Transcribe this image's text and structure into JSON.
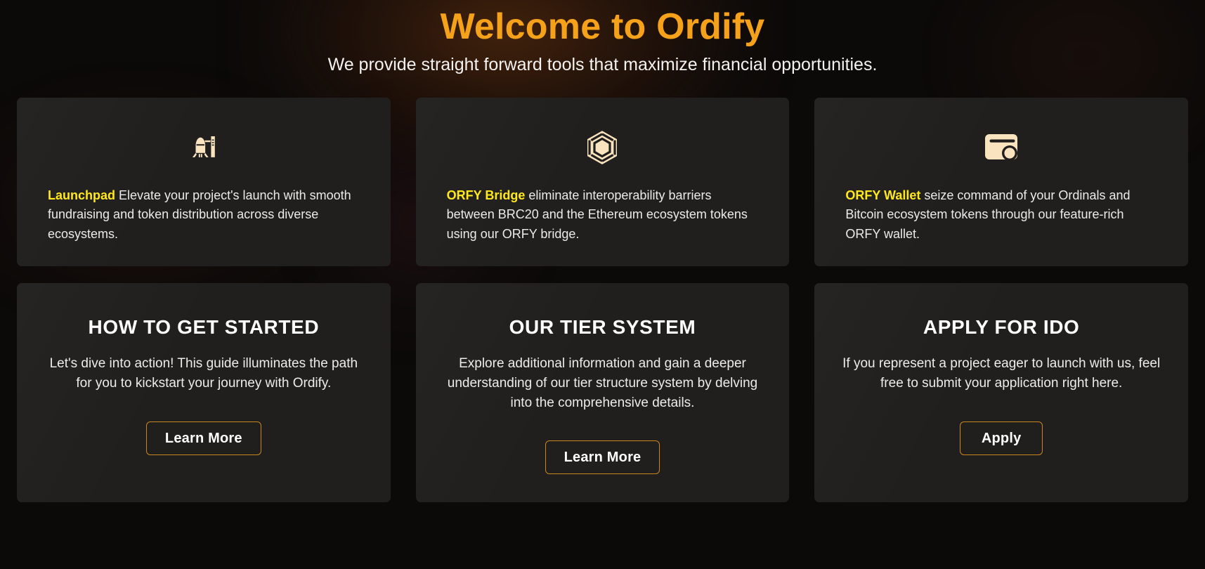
{
  "hero": {
    "title": "Welcome to Ordify",
    "subtitle": "We provide straight forward tools that maximize financial opportunities."
  },
  "colors": {
    "page_background": "#0c0a09",
    "card_background": "#211f1d",
    "title_accent": "#f5a11a",
    "lead_accent": "#ffe81a",
    "icon_fill": "#fae4c0",
    "button_border": "#c9861f",
    "body_text": "#ececec"
  },
  "features": [
    {
      "icon": "rocket-launchpad-icon",
      "lead": "Launchpad",
      "body": " Elevate your project's launch with smooth fundraising and token distribution across diverse ecosystems."
    },
    {
      "icon": "hexagon-gem-bridge-icon",
      "lead": "ORFY Bridge",
      "body": " eliminate interoperability barriers between BRC20 and the Ethereum ecosystem tokens using our ORFY bridge."
    },
    {
      "icon": "wallet-icon",
      "lead": "ORFY Wallet",
      "body": " seize command of your Ordinals and Bitcoin ecosystem tokens through our feature-rich ORFY wallet."
    }
  ],
  "actions": [
    {
      "title": "HOW TO GET STARTED",
      "description": "Let's dive into action! This guide illuminates the path for you to kickstart your journey with Ordify.",
      "button_label": "Learn More"
    },
    {
      "title": "OUR TIER SYSTEM",
      "description": "Explore additional information and gain a deeper understanding of our tier structure system by delving into the comprehensive details.",
      "button_label": "Learn More"
    },
    {
      "title": "APPLY FOR IDO",
      "description": "If you represent a project eager to launch with us, feel free to submit your application right here.",
      "button_label": "Apply"
    }
  ]
}
